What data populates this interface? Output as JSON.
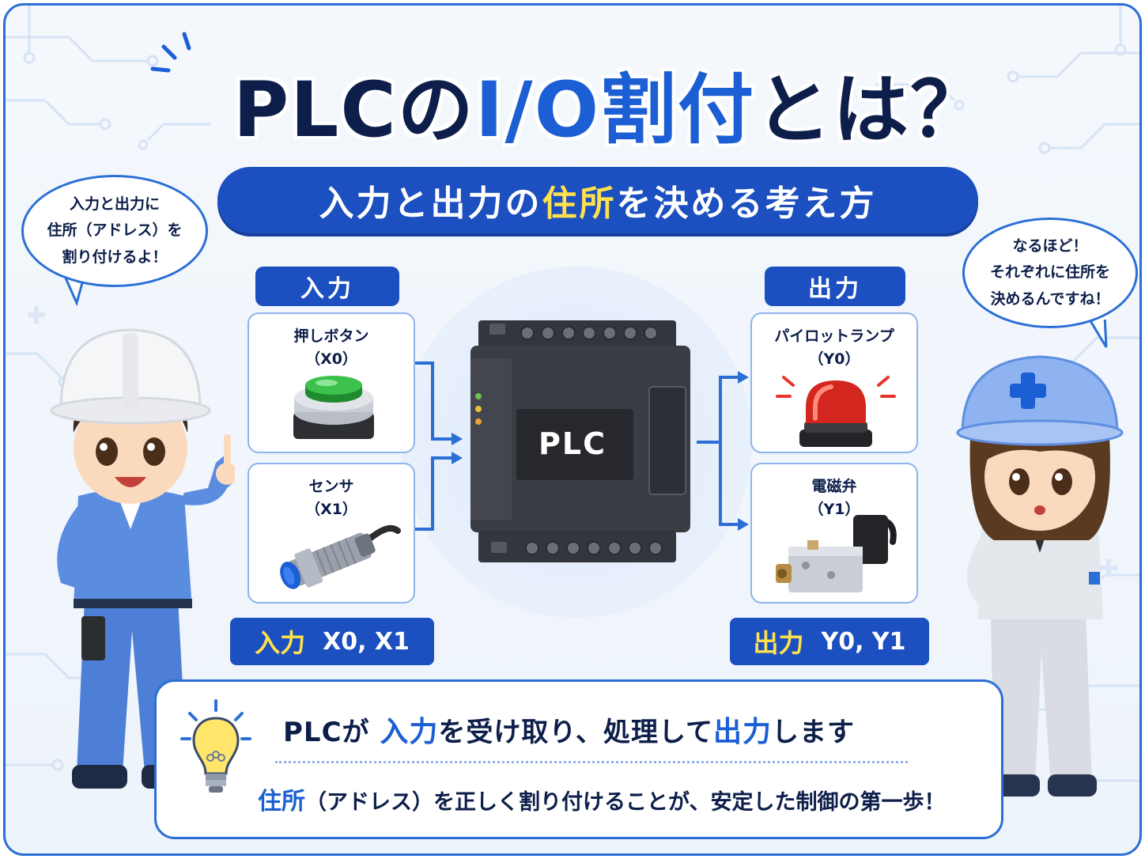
{
  "title": {
    "prefix": "PLCの",
    "accent": "I/O割付",
    "suffix": "とは？"
  },
  "subtitle": {
    "pre": "入力と出力の",
    "highlight": "住所",
    "post": "を決める考え方"
  },
  "speech_left": {
    "lines": [
      "入力と出力に",
      "住所（アドレス）を",
      "割り付けるよ！"
    ]
  },
  "speech_right": {
    "lines": [
      "なるほど！",
      "それぞれに住所を",
      "決めるんですね！"
    ]
  },
  "inputs": {
    "label": "入力",
    "devices": [
      {
        "name": "押しボタン",
        "address": "（X0）",
        "icon": "push-button-icon"
      },
      {
        "name": "センサ",
        "address": "（X1）",
        "icon": "proximity-sensor-icon"
      }
    ],
    "assignment": {
      "keyword": "入力",
      "addresses": "X0, X1"
    }
  },
  "outputs": {
    "label": "出力",
    "devices": [
      {
        "name": "パイロットランプ",
        "address": "（Y0）",
        "icon": "pilot-lamp-icon"
      },
      {
        "name": "電磁弁",
        "address": "（Y1）",
        "icon": "solenoid-valve-icon"
      }
    ],
    "assignment": {
      "keyword": "出力",
      "addresses": "Y0, Y1"
    }
  },
  "plc": {
    "label": "PLC"
  },
  "note": {
    "line1": {
      "a": "PLCが ",
      "b": "入力",
      "c": "を受け取り、処理して",
      "d": "出力",
      "e": "します"
    },
    "line2": {
      "a": "住所",
      "b": "（アドレス）を正しく割り付けることが、安定した制御の第一歩！"
    }
  },
  "colors": {
    "navy": "#0d1e4a",
    "accent_blue": "#1c5fd4",
    "label_blue": "#1c4fbf",
    "highlight_yellow": "#ffe14d",
    "border_blue": "#2b6fd6",
    "card_border": "#8fb4ea"
  }
}
